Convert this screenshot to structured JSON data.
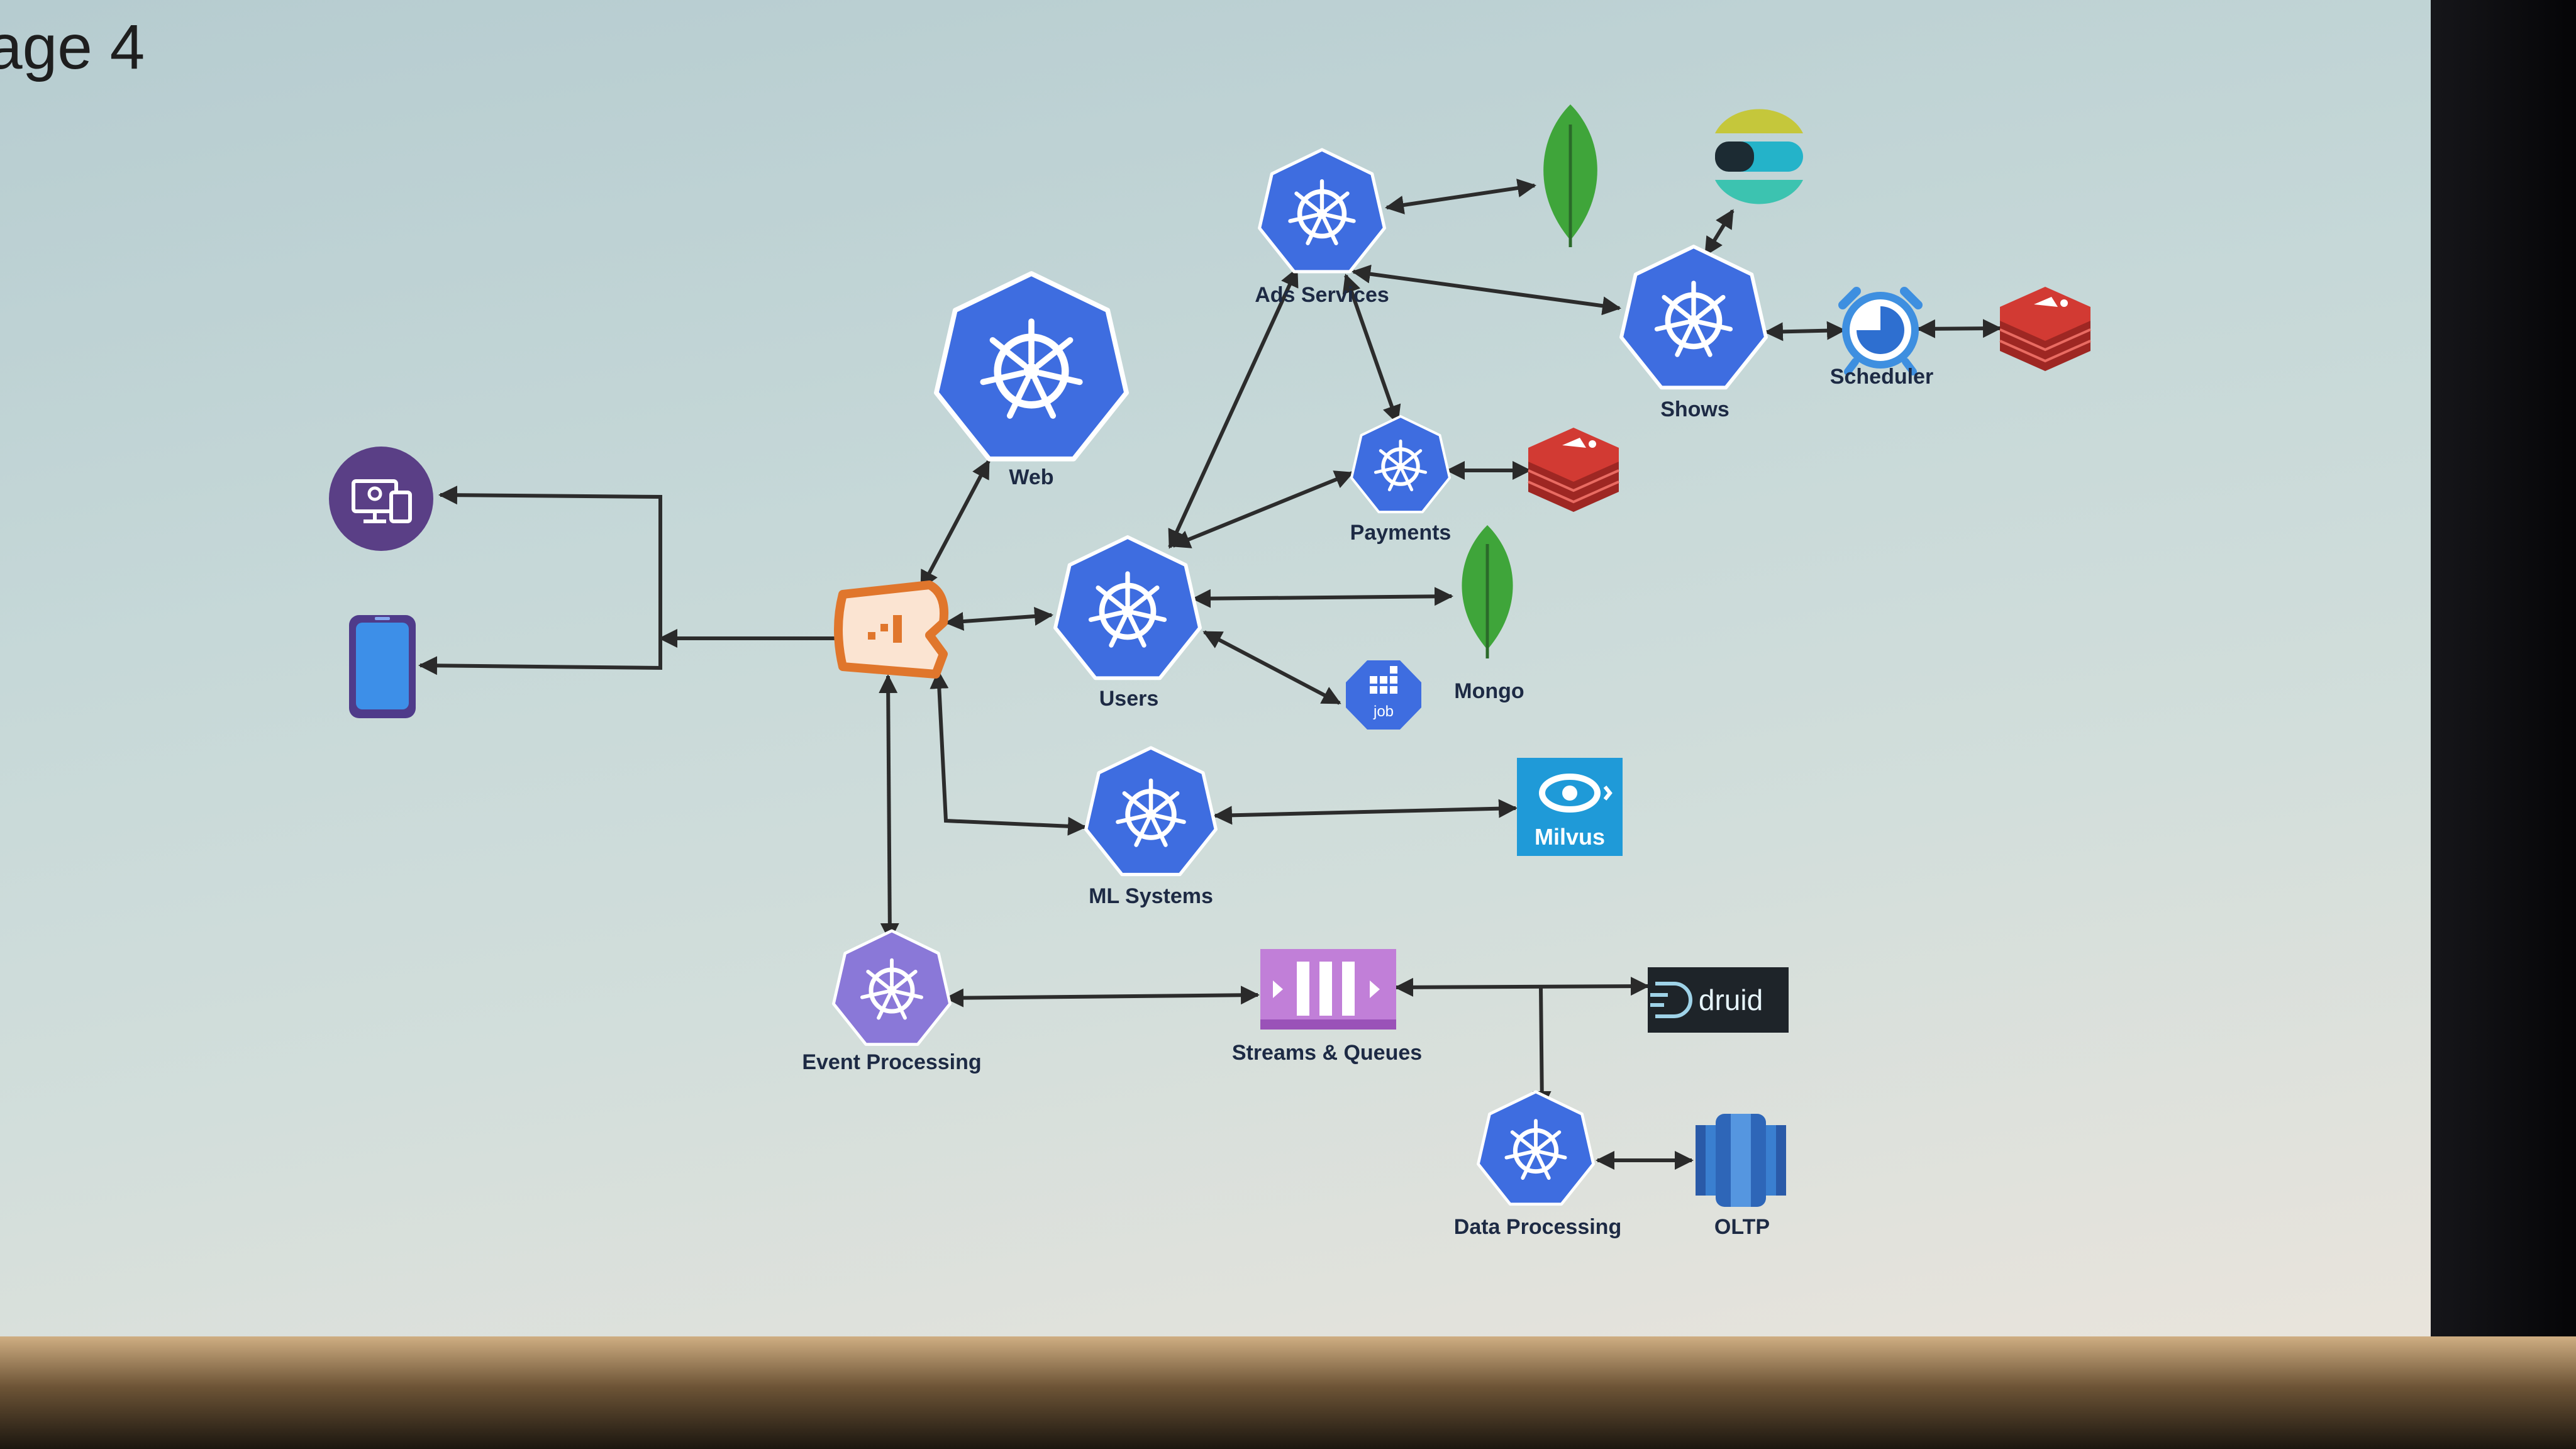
{
  "slide": {
    "title": "age 4"
  },
  "labels": {
    "web": "Web",
    "ads_services": "Ads Services",
    "shows": "Shows",
    "scheduler": "Scheduler",
    "payments": "Payments",
    "users": "Users",
    "mongo": "Mongo",
    "ml_systems": "ML Systems",
    "event_processing": "Event Processing",
    "streams_queues": "Streams & Queues",
    "data_processing": "Data Processing",
    "oltp": "OLTP",
    "milvus": "Milvus",
    "druid": "druid",
    "job": "job"
  },
  "colors": {
    "kubernetes": "#3e6de0",
    "mongo_leaf": "#3fa53a",
    "redis": "#d23a33",
    "gateway": "#e0762c",
    "client": "#5a3f86",
    "streams": "#c17fd8",
    "milvus": "#1f9ad8",
    "druid_bg": "#1e2429",
    "oltp": "#3a7fd0"
  }
}
